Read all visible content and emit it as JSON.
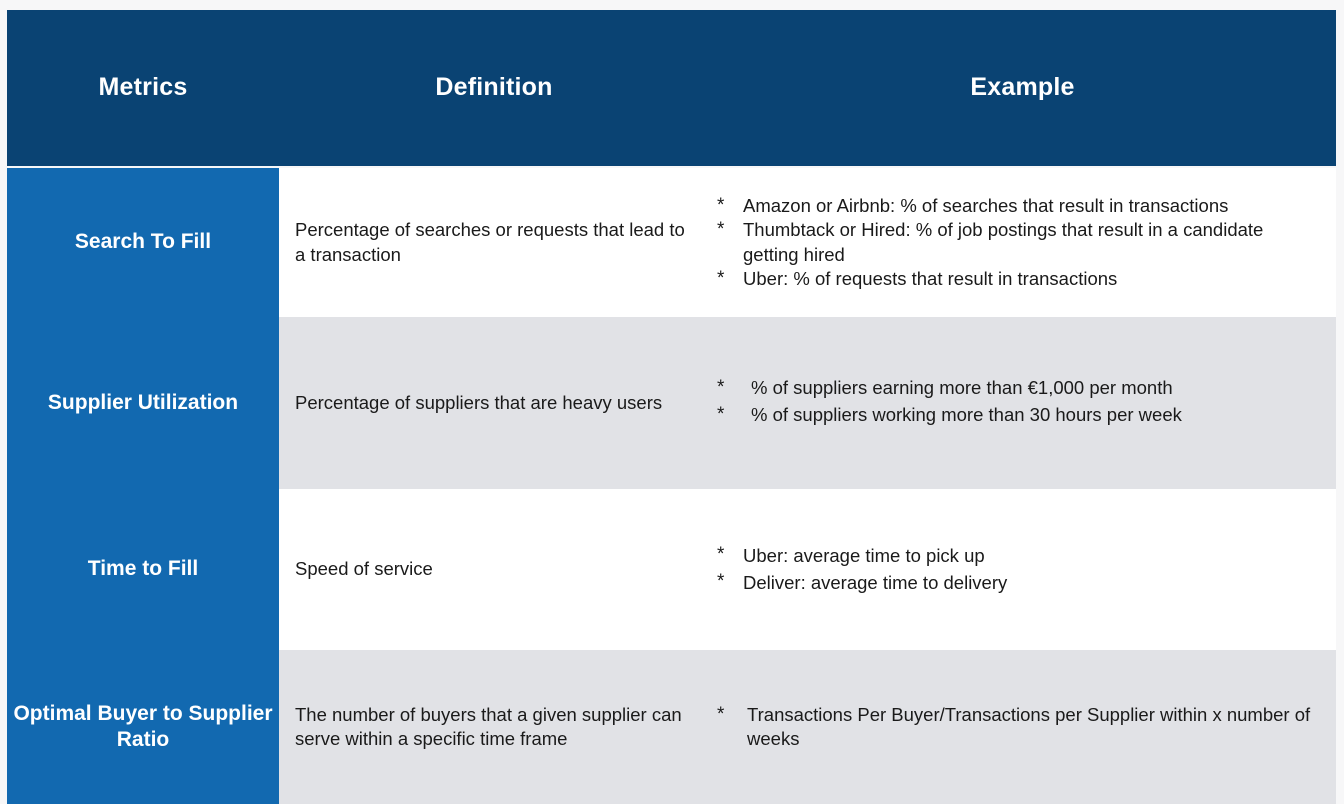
{
  "table": {
    "header": {
      "columns": [
        "Metrics",
        "Definition",
        "Example"
      ]
    },
    "colors": {
      "header_bg": "#0a4373",
      "metric_bg": "#1269b0",
      "row_alt_bg": "#e1e2e6",
      "row_bg": "#ffffff",
      "header_text": "#ffffff",
      "body_text": "#1a1a1a",
      "page_bg": "#f7f7f8"
    },
    "bullet_glyph": "*",
    "rows": [
      {
        "metric": "Search To Fill",
        "definition": "Percentage of searches or requests that lead to a transaction",
        "examples": [
          "Amazon or Airbnb: % of searches that result in transactions",
          "Thumbtack or Hired: % of job postings that result in a candidate getting hired",
          "Uber: % of requests that result in transactions"
        ]
      },
      {
        "metric": "Supplier Utilization",
        "definition": "Percentage of suppliers that are heavy users",
        "examples": [
          "% of suppliers earning more than €1,000 per month",
          "% of suppliers working more than 30 hours per week"
        ]
      },
      {
        "metric": "Time to Fill",
        "definition": "Speed of service",
        "examples": [
          "Uber: average time to pick up",
          "Deliver: average time to delivery"
        ]
      },
      {
        "metric": "Optimal Buyer to Supplier Ratio",
        "definition": "The number of buyers that a given supplier can serve within a specific time frame",
        "examples": [
          "Transactions Per Buyer/Transactions per Supplier within x number of weeks"
        ]
      }
    ]
  }
}
